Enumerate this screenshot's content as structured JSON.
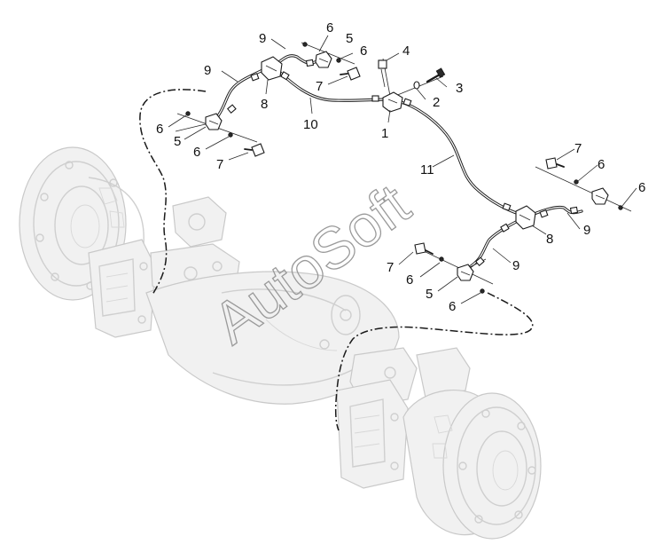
{
  "watermark": "AutoSoft",
  "callouts": {
    "c1": "1",
    "c2": "2",
    "c3": "3",
    "c4": "4",
    "c5a": "5",
    "c5b": "5",
    "c5c": "5",
    "c6a": "6",
    "c6b": "6",
    "c6c": "6",
    "c6d": "6",
    "c6e": "6",
    "c6f": "6",
    "c6g": "6",
    "c7a": "7",
    "c7b": "7",
    "c7c": "7",
    "c7d": "7",
    "c8a": "8",
    "c8b": "8",
    "c9a": "9",
    "c9b": "9",
    "c9c": "9",
    "c9d": "9",
    "c10": "10",
    "c11": "11"
  }
}
